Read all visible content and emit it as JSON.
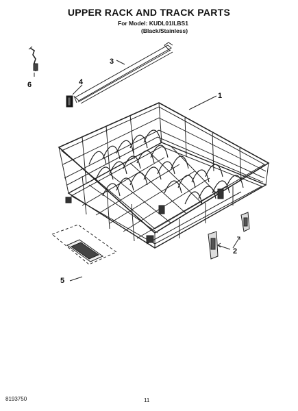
{
  "title": "UPPER RACK AND TRACK PARTS",
  "model_line": "For Model: KUDL01ILBS1",
  "variant_line": "(Black/Stainless)",
  "callouts": {
    "c1": "1",
    "c2": "2",
    "c3": "3",
    "c4": "4",
    "c5": "5",
    "c6": "6"
  },
  "footer": {
    "doc_number": "8193750",
    "page_number": "11"
  }
}
